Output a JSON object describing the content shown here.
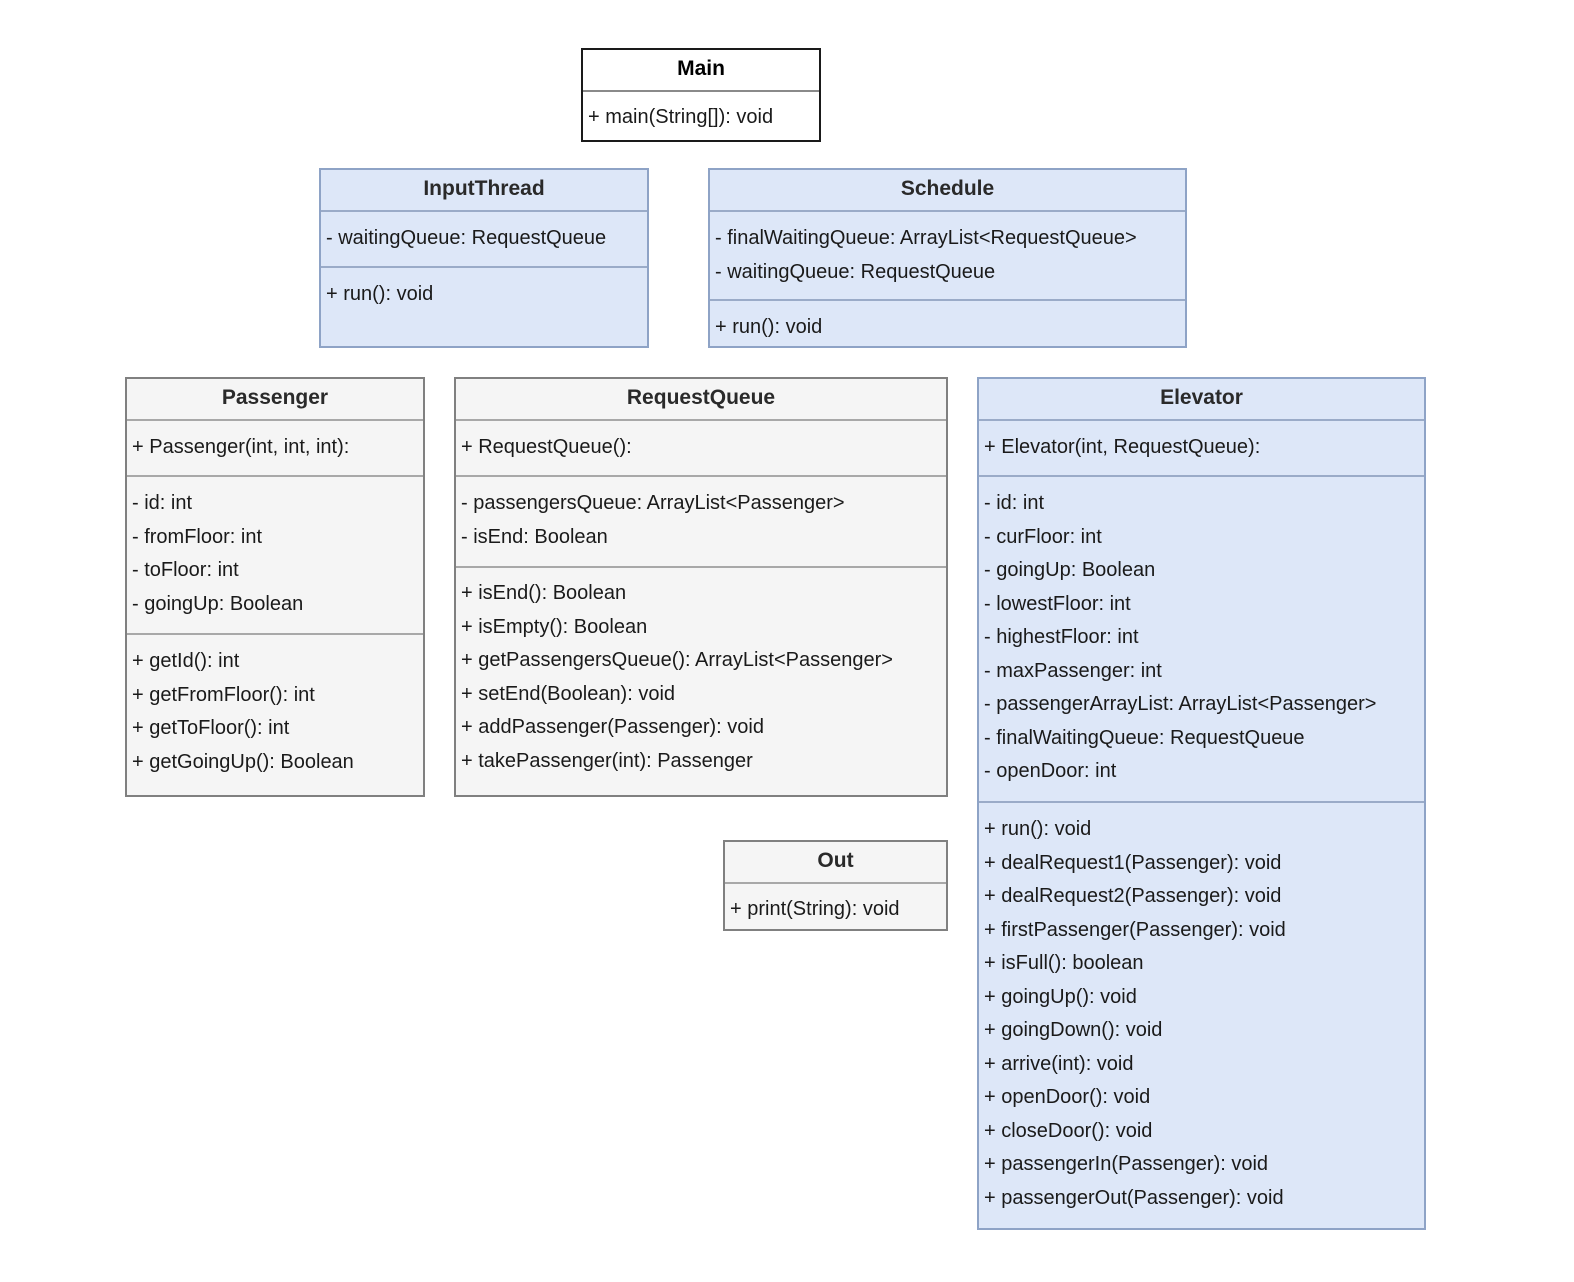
{
  "classes": {
    "main": {
      "name": "Main",
      "sections": [
        [
          "+ main(String[]): void"
        ]
      ]
    },
    "input_thread": {
      "name": "InputThread",
      "sections": [
        [
          "- waitingQueue: RequestQueue"
        ],
        [
          "+ run(): void"
        ]
      ]
    },
    "schedule": {
      "name": "Schedule",
      "sections": [
        [
          "- finalWaitingQueue: ArrayList<RequestQueue>",
          "- waitingQueue: RequestQueue"
        ],
        [
          "+ run(): void"
        ]
      ]
    },
    "passenger": {
      "name": "Passenger",
      "sections": [
        [
          "+ Passenger(int, int, int):"
        ],
        [
          "- id: int",
          "- fromFloor: int",
          "- toFloor: int",
          "- goingUp: Boolean"
        ],
        [
          "+ getId(): int",
          "+ getFromFloor(): int",
          "+ getToFloor(): int",
          "+ getGoingUp(): Boolean"
        ]
      ]
    },
    "request_queue": {
      "name": "RequestQueue",
      "sections": [
        [
          "+ RequestQueue():"
        ],
        [
          "- passengersQueue: ArrayList<Passenger>",
          "- isEnd: Boolean"
        ],
        [
          "+ isEnd(): Boolean",
          "+ isEmpty(): Boolean",
          "+ getPassengersQueue(): ArrayList<Passenger>",
          "+ setEnd(Boolean): void",
          "+ addPassenger(Passenger): void",
          "+ takePassenger(int): Passenger"
        ]
      ]
    },
    "out": {
      "name": "Out",
      "sections": [
        [
          "+ print(String): void"
        ]
      ]
    },
    "elevator": {
      "name": "Elevator",
      "sections": [
        [
          "+ Elevator(int, RequestQueue):"
        ],
        [
          "- id: int",
          "- curFloor: int",
          "- goingUp: Boolean",
          "- lowestFloor: int",
          "- highestFloor: int",
          "- maxPassenger: int",
          "- passengerArrayList: ArrayList<Passenger>",
          "- finalWaitingQueue: RequestQueue",
          "- openDoor: int"
        ],
        [
          "+ run(): void",
          "+ dealRequest1(Passenger): void",
          "+ dealRequest2(Passenger): void",
          "+ firstPassenger(Passenger): void",
          "+ isFull(): boolean",
          "+ goingUp(): void",
          "+ goingDown(): void",
          "+ arrive(int): void",
          "+ openDoor(): void",
          "+ closeDoor(): void",
          "+ passengerIn(Passenger): void",
          "+ passengerOut(Passenger): void"
        ]
      ]
    }
  },
  "colors": {
    "blue_fill": "#dde7f8",
    "blue_border": "#8ea3c6",
    "gray_fill": "#f5f5f5",
    "gray_border": "#808080",
    "white_fill": "#ffffff"
  }
}
